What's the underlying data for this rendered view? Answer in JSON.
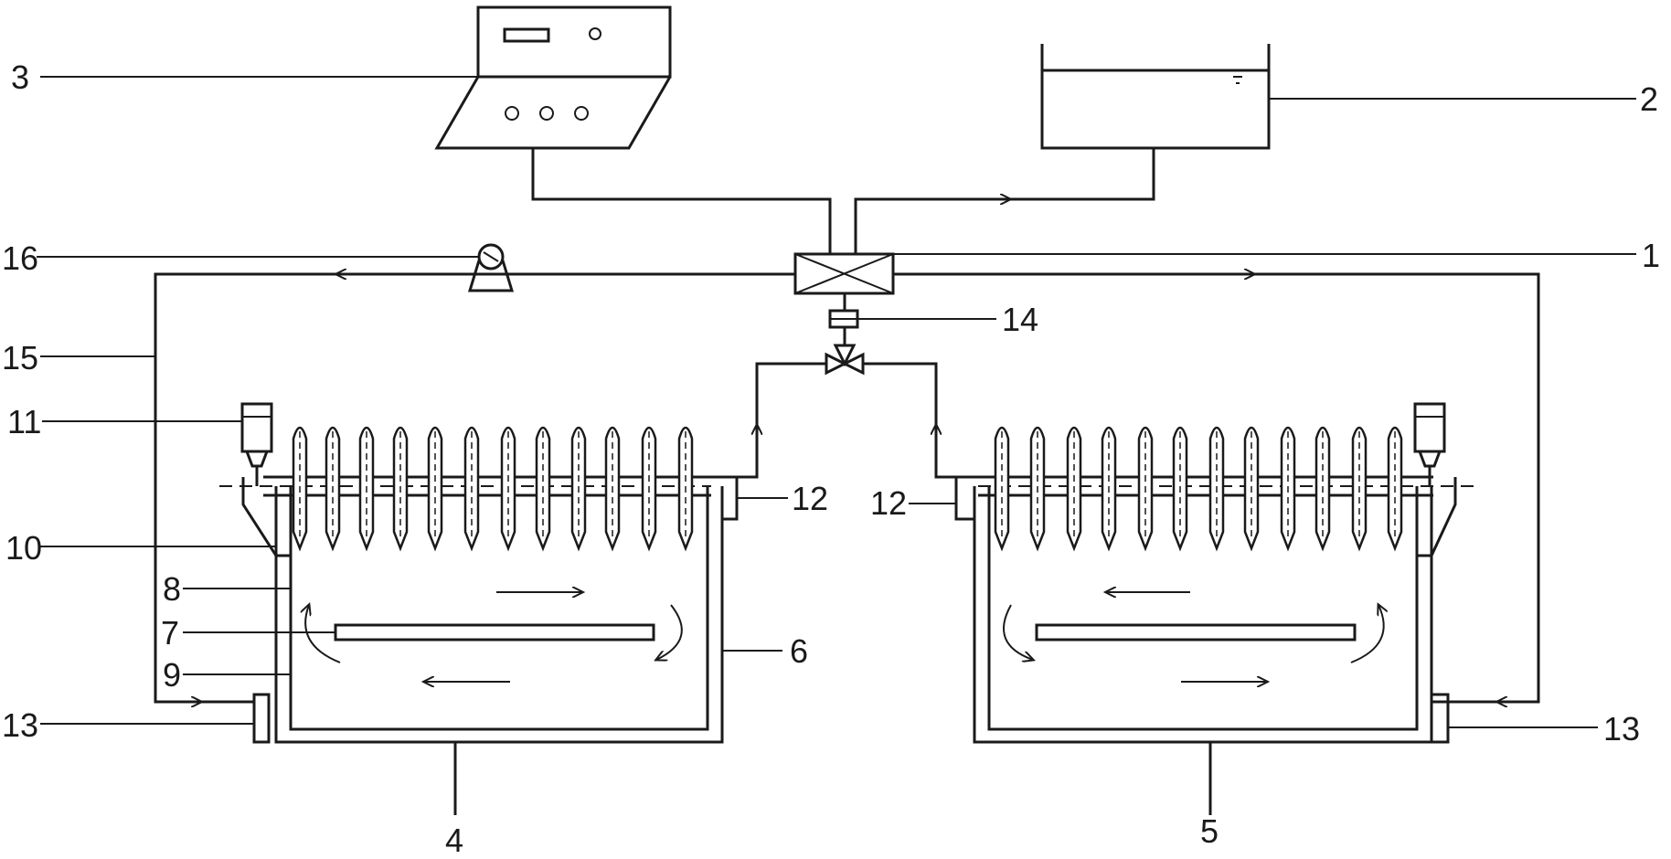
{
  "labels": {
    "l1": "1",
    "l2": "2",
    "l3": "3",
    "l4": "4",
    "l5": "5",
    "l6": "6",
    "l7": "7",
    "l8": "8",
    "l9": "9",
    "l10": "10",
    "l11": "11",
    "l12_left": "12",
    "l12_right": "12",
    "l13_left": "13",
    "l13_right": "13",
    "l14": "14",
    "l15": "15",
    "l16": "16"
  }
}
